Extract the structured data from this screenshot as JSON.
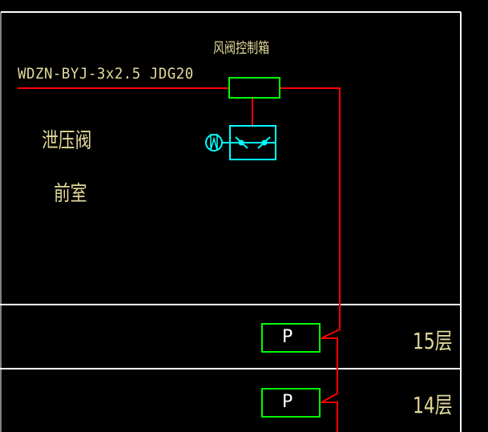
{
  "drawing": {
    "cable_spec": "WDZN-BYJ-3x2.5 JDG20",
    "control_box_label": "风阀控制箱",
    "valve_label": "泄压阀",
    "room_label": "前室",
    "motor_symbol": "W",
    "floors": [
      {
        "label": "15层",
        "panel_label": "P"
      },
      {
        "label": "14层",
        "panel_label": "P"
      }
    ],
    "colors": {
      "background": "#000000",
      "frame": "#ffffff",
      "wire": "#ff0000",
      "box": "#00ff00",
      "valve": "#00ffff",
      "text": "#e2d89a"
    }
  }
}
